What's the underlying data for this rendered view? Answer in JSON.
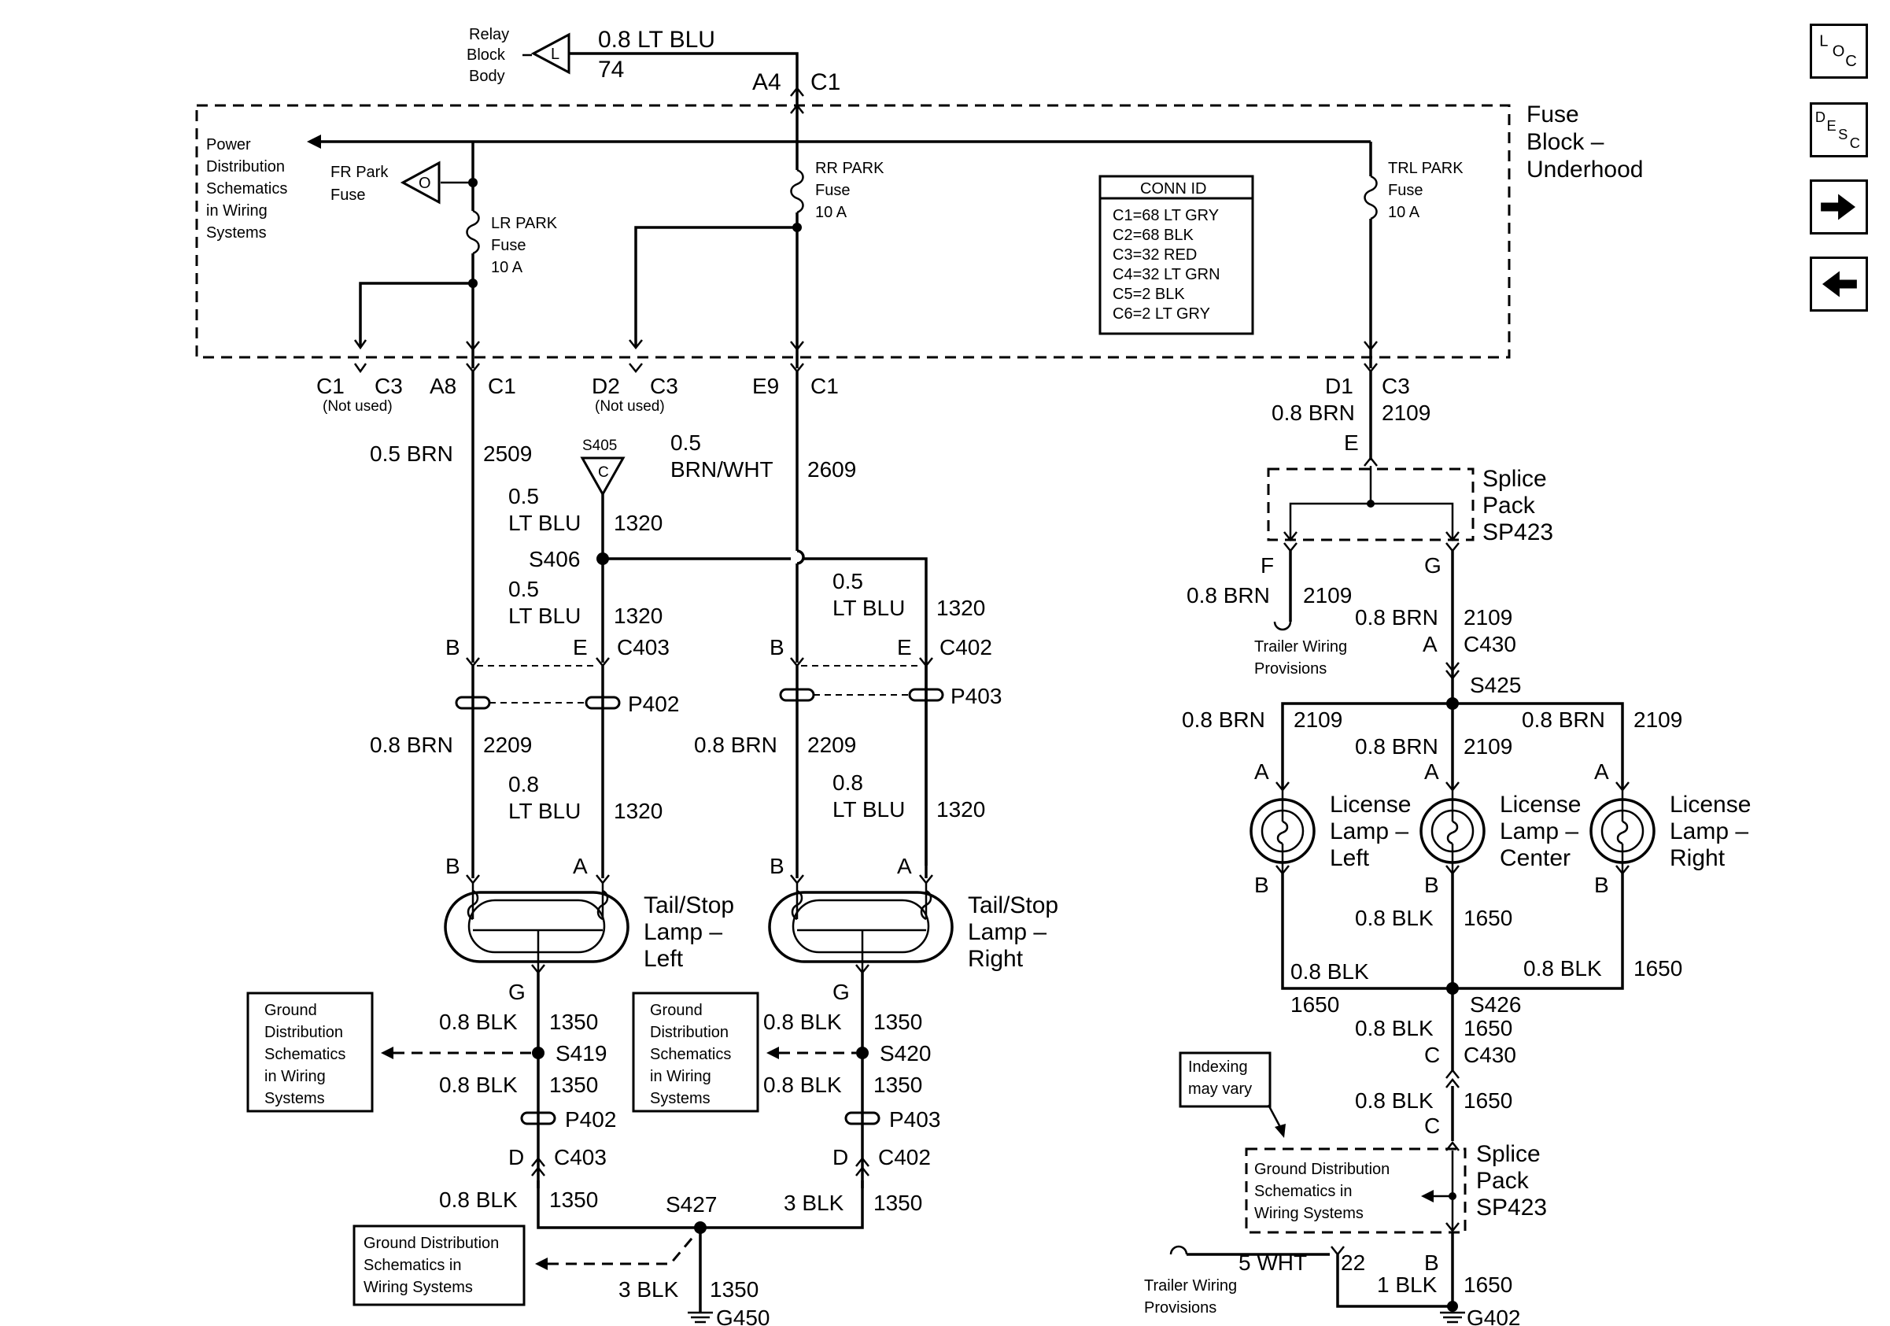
{
  "nav": {
    "loc": [
      "L",
      "O",
      "C"
    ],
    "desc": [
      "D",
      "E",
      "S",
      "C"
    ],
    "next_icon": "arrow-right-icon",
    "prev_icon": "arrow-left-icon"
  },
  "relay": {
    "label": [
      "Relay",
      "Block",
      "Body"
    ],
    "pin": "L",
    "wire_color": "0.8 LT BLU",
    "circuit": "74",
    "conn_pin": "A4",
    "conn": "C1"
  },
  "fuse_block": {
    "title": [
      "Fuse",
      "Block –",
      "Underhood"
    ],
    "power_dist": [
      "Power",
      "Distribution",
      "Schematics",
      "in Wiring",
      "Systems"
    ],
    "fr_park": [
      "FR Park",
      "Fuse"
    ],
    "fr_pin": "O",
    "lr_park": [
      "LR PARK",
      "Fuse",
      "10 A"
    ],
    "rr_park": [
      "RR PARK",
      "Fuse",
      "10 A"
    ],
    "trl_park": [
      "TRL PARK",
      "Fuse",
      "10 A"
    ],
    "conn_id": {
      "title": "CONN ID",
      "items": [
        "C1=68 LT GRY",
        "C2=68 BLK",
        "C3=32 RED",
        "C4=32 LT GRN",
        "C5=2 BLK",
        "C6=2 LT GRY"
      ]
    }
  },
  "terminals": {
    "c1_c3_a": [
      "C1",
      "C3"
    ],
    "a8_c1": [
      "A8",
      "C1"
    ],
    "d2_c3": [
      "D2",
      "C3"
    ],
    "e9_c1": [
      "E9",
      "C1"
    ],
    "d1_c3": [
      "D1",
      "C3"
    ],
    "not_used": "(Not used)"
  },
  "left": {
    "w2509": [
      "0.5 BRN",
      "2509"
    ],
    "s405": [
      "S405",
      "C"
    ],
    "w1320a": [
      "0.5",
      "LT BLU",
      "1320"
    ],
    "s406": "S406",
    "w1320b": [
      "0.5",
      "LT BLU",
      "1320"
    ],
    "w2609": [
      "0.5",
      "BRN/WHT",
      "2609"
    ],
    "w1320c": [
      "0.5",
      "LT BLU",
      "1320"
    ],
    "c403_top": [
      "B",
      "E",
      "C403"
    ],
    "c402_top": [
      "B",
      "E",
      "C402"
    ],
    "p402": "P402",
    "p403": "P403",
    "w2209_l": [
      "0.8 BRN",
      "2209"
    ],
    "w1320_l": [
      "0.8",
      "LT BLU",
      "1320"
    ],
    "w2209_r": [
      "0.8 BRN",
      "2209"
    ],
    "w1320_r": [
      "0.8",
      "LT BLU",
      "1320"
    ],
    "lamp_l_pins": [
      "B",
      "A"
    ],
    "lamp_r_pins": [
      "B",
      "A"
    ],
    "lamp_l": [
      "Tail/Stop",
      "Lamp –",
      "Left"
    ],
    "lamp_r": [
      "Tail/Stop",
      "Lamp –",
      "Right"
    ],
    "g_l": "G",
    "g_r": "G",
    "w1350_a": [
      "0.8 BLK",
      "1350"
    ],
    "s419": "S419",
    "w1350_b": [
      "0.8 BLK",
      "1350"
    ],
    "w1350_c": [
      "0.8 BLK",
      "1350"
    ],
    "s420": "S420",
    "w1350_d": [
      "0.8 BLK",
      "1350"
    ],
    "gnd_dist_a": [
      "Ground",
      "Distribution",
      "Schematics",
      "in Wiring",
      "Systems"
    ],
    "gnd_dist_b": [
      "Ground",
      "Distribution",
      "Schematics",
      "in Wiring",
      "Systems"
    ],
    "p402_b": "P402",
    "p403_b": "P403",
    "c403_b": [
      "D",
      "C403"
    ],
    "c402_b": [
      "D",
      "C402"
    ],
    "w1350_e": [
      "0.8 BLK",
      "1350"
    ],
    "s427": "S427",
    "w1350_f": [
      "3 BLK",
      "1350"
    ],
    "gnd_dist_c": [
      "Ground Distribution",
      "Schematics in",
      "Wiring Systems"
    ],
    "w1350_g": [
      "3 BLK",
      "1350"
    ],
    "g450": "G450"
  },
  "right": {
    "w2109_a": [
      "0.8 BRN",
      "2109"
    ],
    "e_pin": "E",
    "sp423": [
      "Splice",
      "Pack",
      "SP423"
    ],
    "f_pin": "F",
    "g_pin": "G",
    "w2109_b": [
      "0.8 BRN",
      "2109"
    ],
    "trailer_a": [
      "Trailer Wiring",
      "Provisions"
    ],
    "w2109_c": [
      "0.8 BRN",
      "2109"
    ],
    "c430_a": [
      "A",
      "C430"
    ],
    "s425": "S425",
    "w2109_d": [
      "0.8 BRN",
      "2109"
    ],
    "w2109_e": [
      "0.8 BRN",
      "2109"
    ],
    "w2109_f": [
      "0.8 BRN",
      "2109"
    ],
    "lamp_pins_a": [
      "A",
      "A",
      "A"
    ],
    "lic_l": [
      "License",
      "Lamp –",
      "Left"
    ],
    "lic_c": [
      "License",
      "Lamp –",
      "Center"
    ],
    "lic_r": [
      "License",
      "Lamp –",
      "Right"
    ],
    "lamp_pins_b": [
      "B",
      "B",
      "B"
    ],
    "w1650_a": [
      "0.8 BLK",
      "1650"
    ],
    "w1650_l": [
      "0.8 BLK",
      "1650"
    ],
    "w1650_r": [
      "0.8 BLK",
      "1650"
    ],
    "s426": "S426",
    "w1650_b": [
      "0.8 BLK",
      "1650"
    ],
    "c430_b": [
      "C",
      "C430"
    ],
    "indexing": [
      "Indexing",
      "may vary"
    ],
    "w1650_c": [
      "0.8 BLK",
      "1650"
    ],
    "c_pin": "C",
    "sp423_b": [
      "Splice",
      "Pack",
      "SP423"
    ],
    "gnd_dist_d": [
      "Ground Distribution",
      "Schematics in",
      "Wiring Systems"
    ],
    "w22": [
      "5 WHT",
      "22"
    ],
    "b_pin": "B",
    "trailer_b": [
      "Trailer Wiring",
      "Provisions"
    ],
    "w1650_d": [
      "1 BLK",
      "1650"
    ],
    "g402": "G402"
  }
}
